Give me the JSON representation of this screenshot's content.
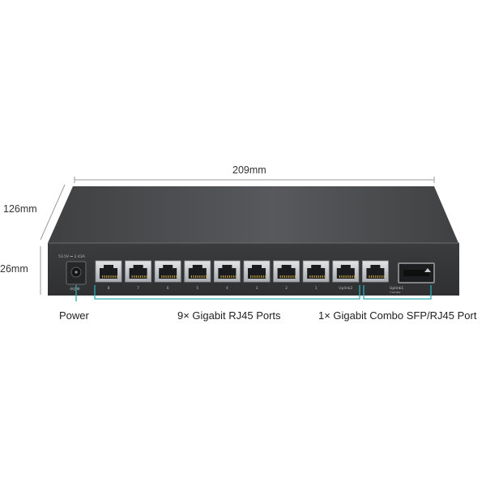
{
  "dimensions": {
    "width": "209mm",
    "depth": "126mm",
    "height": "26mm"
  },
  "power": {
    "label": "Power",
    "rating": "53.5V ⎓ 2.43A"
  },
  "ports": {
    "numbers": [
      "8",
      "7",
      "6",
      "5",
      "4",
      "3",
      "2",
      "1"
    ],
    "uplink2_label": "Uplink2",
    "uplink1_label": "Uplink1",
    "uplink1_sub": "Combo"
  },
  "callouts": {
    "rj45": "9× Gigabit RJ45 Ports",
    "combo": "1× Gigabit Combo SFP/RJ45 Port"
  },
  "colors": {
    "case_top": "#4a4b4d",
    "case_front": "#3a3b3d",
    "bracket": "#2aaeb8",
    "port_silver": "#c9ccd0"
  }
}
